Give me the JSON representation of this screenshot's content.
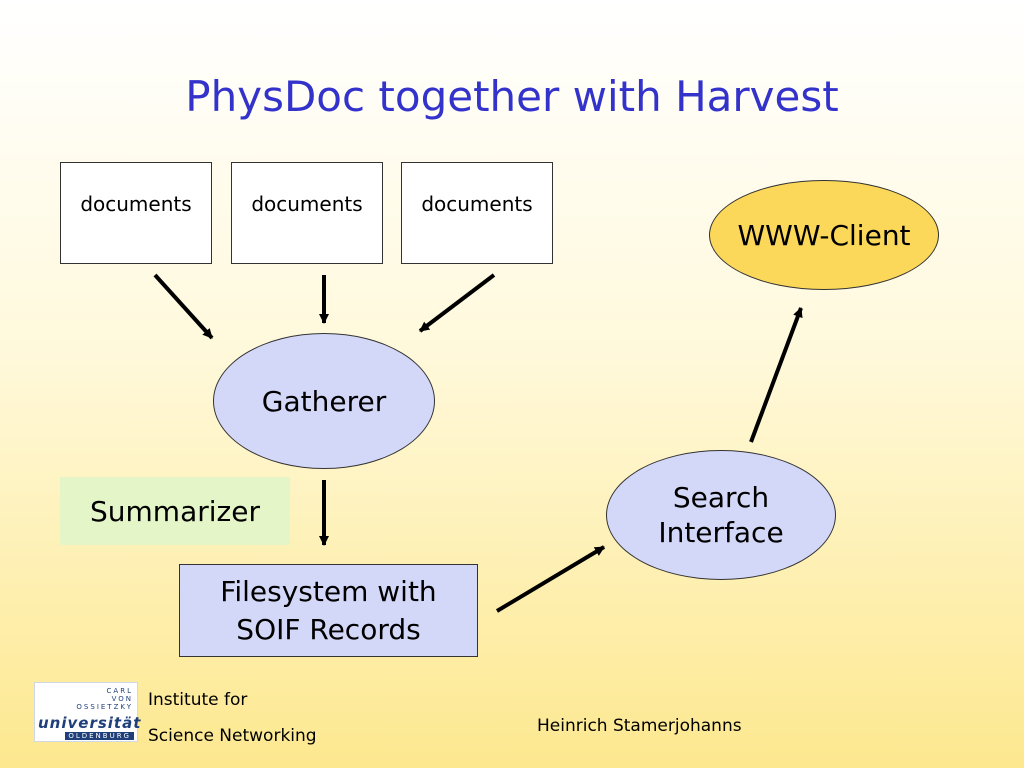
{
  "title": "PhysDoc together with Harvest",
  "documents": [
    "documents",
    "documents",
    "documents"
  ],
  "gatherer": "Gatherer",
  "summarizer": "Summarizer",
  "filesystem": {
    "line1": "Filesystem with",
    "line2": "SOIF Records"
  },
  "search_interface": {
    "line1": "Search",
    "line2": "Interface"
  },
  "www_client": "WWW-Client",
  "footer": {
    "institute_line1": "Institute for",
    "institute_line2": "Science Networking",
    "author": "Heinrich Stamerjohanns"
  },
  "logo": {
    "line1": "CARL",
    "line2": "VON",
    "line3": "OSSIETZKY",
    "line4": "universität",
    "line5": "OLDENBURG"
  },
  "colors": {
    "title": "#3333cc",
    "gatherer_fill": "#d4d8f8",
    "search_fill": "#d4d8f8",
    "filesystem_fill": "#d4d8f8",
    "www_client_fill": "#fbd85a",
    "summarizer_fill": "#e4f5c8"
  }
}
